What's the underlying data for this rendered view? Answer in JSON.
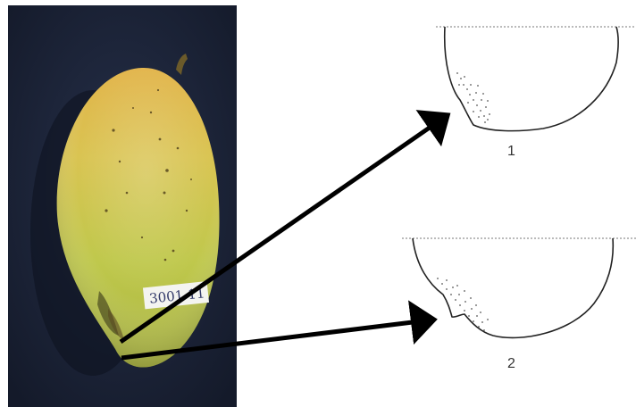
{
  "photo": {
    "tag_text": "3001-11",
    "background_color": "#1c2436",
    "fruit_color": "#c3c84a"
  },
  "figures": [
    {
      "label": "1"
    },
    {
      "label": "2"
    }
  ]
}
